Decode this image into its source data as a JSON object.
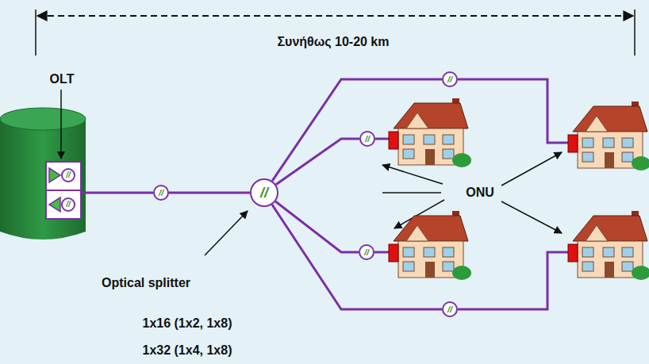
{
  "diagram": {
    "nodes": [
      {
        "text": [
          "//"
        ]
      },
      {
        "text": [
          "//"
        ]
      },
      {
        "text": [
          "//"
        ]
      },
      {
        "text": [
          "//"
        ]
      },
      {
        "text": [
          "//"
        ]
      },
      {
        "text": [
          "//"
        ]
      },
      {
        "text": [
          "//"
        ]
      },
      {
        "text": [
          "//"
        ]
      }
    ],
    "edges": [
      {
        "from": 2,
        "to": 3,
        "arrow": "none"
      },
      {
        "from": 3,
        "to": 4,
        "arrow": "none"
      },
      {
        "from": 3,
        "to": 5,
        "arrow": "none"
      },
      {
        "from": 3,
        "to": 6,
        "arrow": "none"
      },
      {
        "from": 3,
        "to": 7,
        "arrow": "none"
      }
    ],
    "labels": [
      "Συνήθως 10-20 km",
      "OLT",
      "ONU",
      "Optical splitter",
      "1x16 (1x2, 1x8)",
      "1x32 (1x4, 1x8)"
    ]
  }
}
